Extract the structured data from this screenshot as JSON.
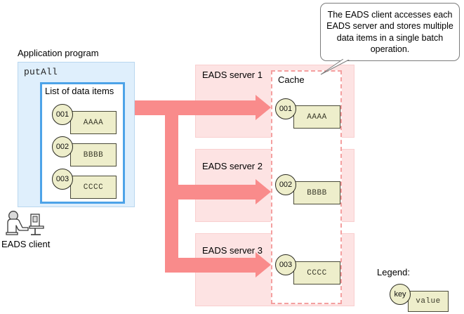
{
  "diagram": {
    "application": {
      "title": "Application program",
      "method": "putAll",
      "list_title": "List of data items",
      "items": [
        {
          "key": "001",
          "value": "AAAA"
        },
        {
          "key": "002",
          "value": "BBBB"
        },
        {
          "key": "003",
          "value": "CCCC"
        }
      ]
    },
    "client": {
      "label": "EADS client"
    },
    "servers": [
      {
        "label": "EADS server 1",
        "cached": {
          "key": "001",
          "value": "AAAA"
        }
      },
      {
        "label": "EADS server 2",
        "cached": {
          "key": "002",
          "value": "BBBB"
        }
      },
      {
        "label": "EADS server 3",
        "cached": {
          "key": "003",
          "value": "CCCC"
        }
      }
    ],
    "cache": {
      "label": "Cache"
    },
    "callout": {
      "text": "The EADS client accesses each EADS server and stores multiple data items in a single batch operation."
    },
    "legend": {
      "title": "Legend:",
      "key": "key",
      "value": "value"
    },
    "colors": {
      "arrow": "#f98b8b",
      "server_fill": "#fde3e3",
      "server_border": "#f9cfcf",
      "app_fill": "#dfeffc",
      "app_border": "#b9d7ef",
      "inner_border": "#4da3e8",
      "item_fill": "#eeeecb",
      "item_border": "#4a4a38",
      "cache_border": "#f4a0a0"
    }
  }
}
